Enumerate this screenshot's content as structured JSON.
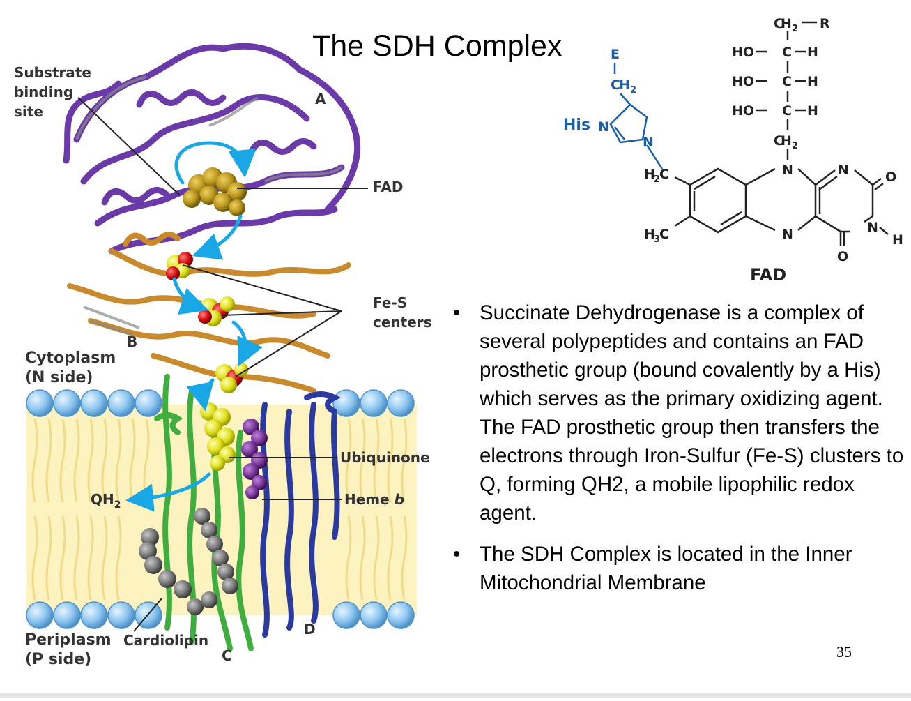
{
  "slide": {
    "title": "The SDH Complex",
    "page_number": "35"
  },
  "figure": {
    "labels": {
      "substrate_line1": "Substrate",
      "substrate_line2": "binding",
      "substrate_line3": "site",
      "subunit_a": "A",
      "fad": "FAD",
      "fes_line1": "Fe-S",
      "fes_line2": "centers",
      "subunit_b": "B",
      "cytoplasm_line1": "Cytoplasm",
      "cytoplasm_line2": "(N side)",
      "ubiquinone": "Ubiquinone",
      "qh2": "QH",
      "qh2_sub": "2",
      "heme": "Heme ",
      "heme_italic": "b",
      "periplasm_line1": "Periplasm",
      "periplasm_line2": "(P side)",
      "cardiolipin": "Cardiolipin",
      "subunit_c": "C",
      "subunit_d": "D"
    },
    "colors": {
      "subunit_a": "#6a3aa8",
      "subunit_b": "#c98a2e",
      "subunit_c": "#3fae3f",
      "subunit_d": "#2a3aa0",
      "arrow": "#1aa7e6",
      "membrane": "#fdf3c0",
      "lipid_head": "#8ec7f0",
      "fad_sphere": "#b8961e",
      "fes_sphere": "#e0e020",
      "heme_sphere": "#7a3a9a",
      "cardiolipin_sphere": "#7a7a7a"
    }
  },
  "structure": {
    "caption": "FAD",
    "atoms": {
      "e": "E",
      "ch2": "CH",
      "his": "His",
      "n": "N",
      "o": "O",
      "h": "H",
      "ho": "HO",
      "c": "C",
      "r": "R",
      "h2c": "H",
      "h3c": "H",
      "sub2": "2",
      "sub3": "3"
    },
    "colors": {
      "his_group": "#1a5fa8",
      "skeleton": "#222222"
    }
  },
  "bullets": [
    "Succinate Dehydrogenase is a complex of several polypeptides and contains an FAD prosthetic group (bound covalently by a His) which serves as the primary oxidizing agent. The FAD prosthetic group then transfers the electrons through Iron-Sulfur (Fe-S) clusters to Q, forming QH2, a mobile lipophilic redox agent.",
    "The SDH Complex is located in the Inner Mitochondrial Membrane"
  ],
  "bullet_symbol": "•"
}
